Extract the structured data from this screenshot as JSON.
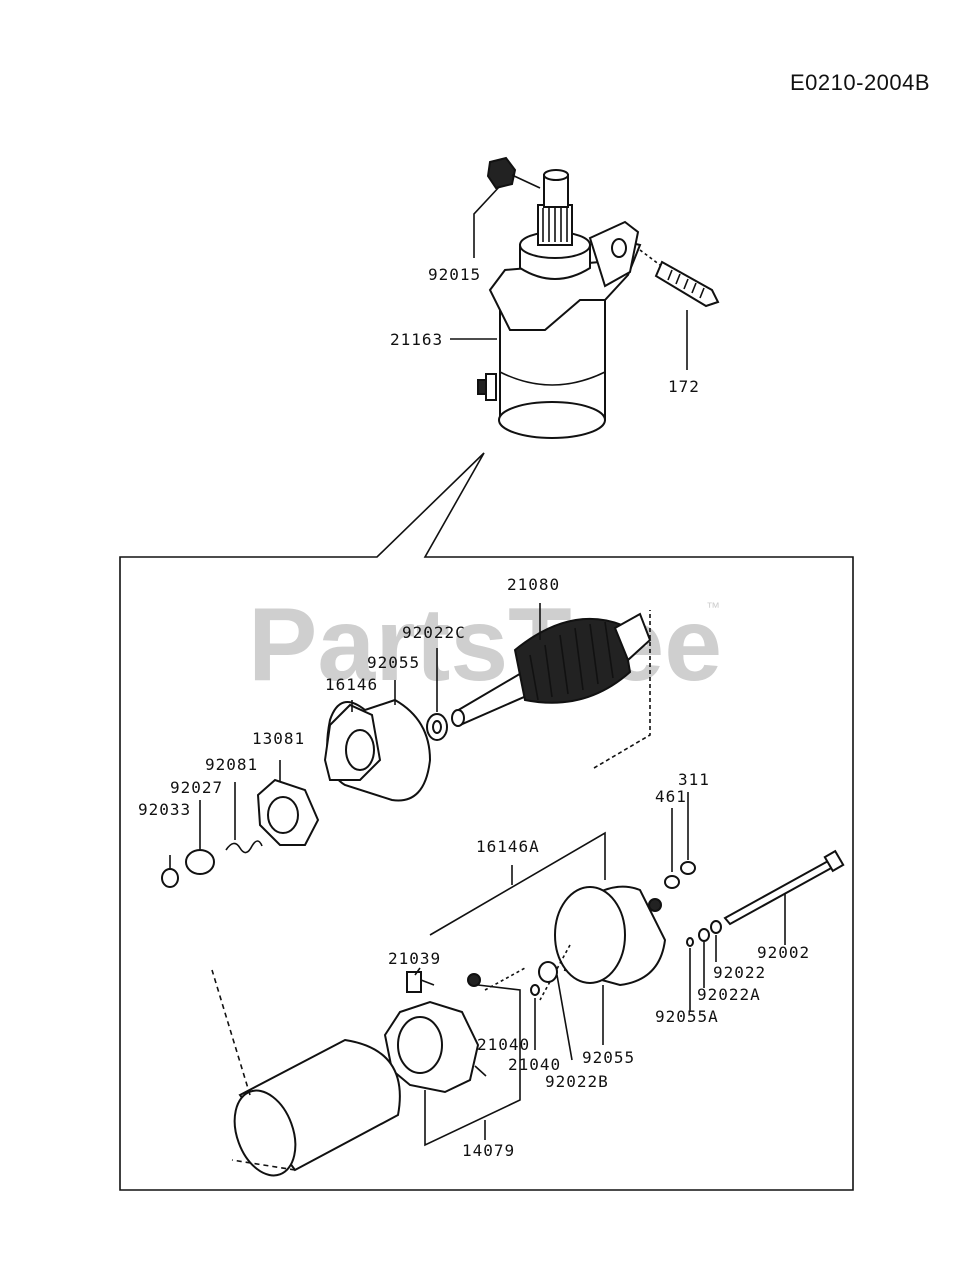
{
  "diagram_code": "E0210-2004B",
  "watermark": {
    "brand": "PartsTree",
    "trademark": "™"
  },
  "parts": {
    "p92015": "92015",
    "p21163": "21163",
    "p172": "172",
    "p21080": "21080",
    "p92022C": "92022C",
    "p92055_top": "92055",
    "p16146": "16146",
    "p13081": "13081",
    "p92081": "92081",
    "p92027": "92027",
    "p92033": "92033",
    "p311": "311",
    "p461": "461",
    "p16146A": "16146A",
    "p92002": "92002",
    "p21039": "21039",
    "p92022": "92022",
    "p92022A": "92022A",
    "p92055A": "92055A",
    "p21040a": "21040",
    "p21040b": "21040",
    "p92055_bottom": "92055",
    "p92022B": "92022B",
    "p14079": "14079"
  }
}
